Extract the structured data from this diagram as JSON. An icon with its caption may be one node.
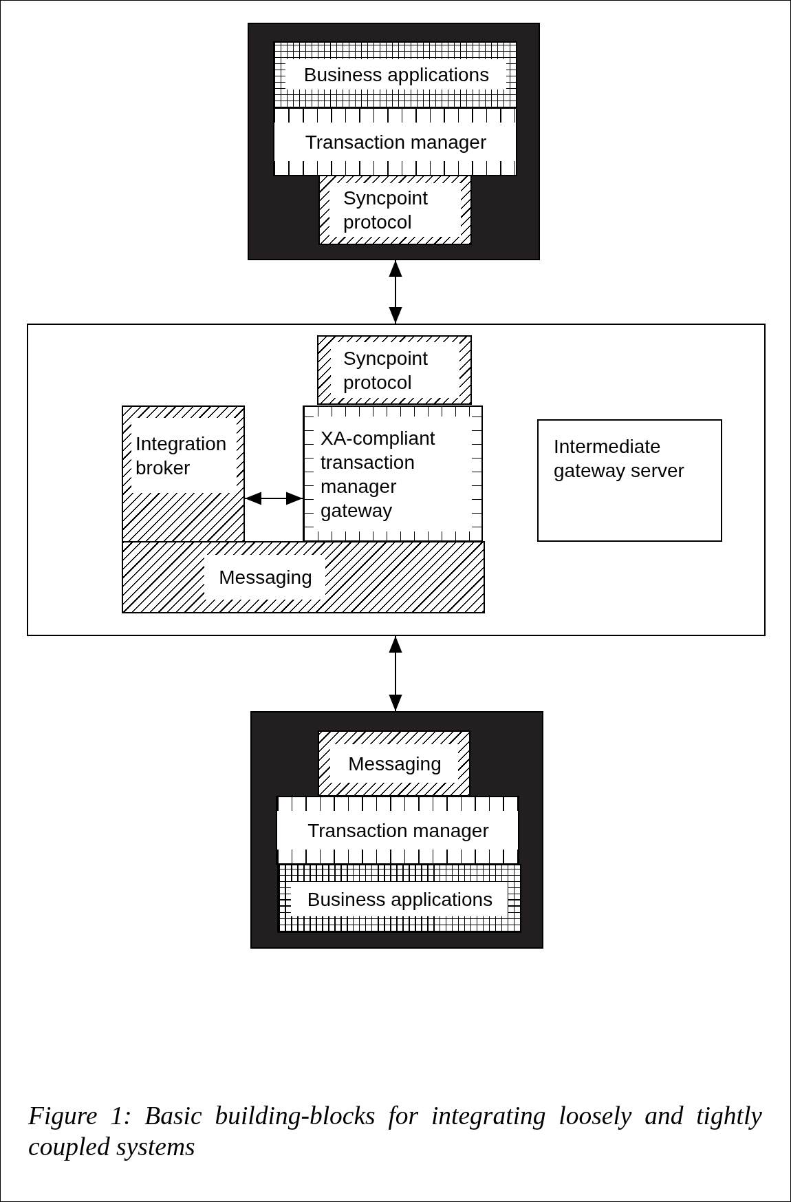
{
  "diagram": {
    "caption": "Figure 1: Basic building-blocks for integrating loosely and tightly coupled systems",
    "nodes": [
      {
        "text": [],
        "shape": "box"
      },
      {
        "text": [
          "Business applications"
        ],
        "in": 0
      },
      {
        "text": [
          "Transaction manager"
        ],
        "in": 0
      },
      {
        "text": [
          "Syncpoint protocol"
        ],
        "in": 0
      },
      {
        "text": [],
        "shape": "box"
      },
      {
        "text": [
          "Syncpoint protocol"
        ],
        "in": 4
      },
      {
        "text": [
          "Integration broker"
        ],
        "in": 4
      },
      {
        "text": [
          "XA-compliant transaction manager gateway"
        ],
        "in": 4
      },
      {
        "text": [
          "Intermediate gateway server"
        ],
        "in": 4
      },
      {
        "text": [
          "Messaging"
        ],
        "in": 4
      },
      {
        "text": [],
        "shape": "box"
      },
      {
        "text": [
          "Messaging"
        ],
        "in": 10
      },
      {
        "text": [
          "Transaction manager"
        ],
        "in": 10
      },
      {
        "text": [
          "Business applications"
        ],
        "in": 10
      }
    ],
    "edges": [
      {
        "from": 0,
        "to": 4,
        "arrow": "both"
      },
      {
        "from": 6,
        "to": 7,
        "arrow": "both"
      },
      {
        "from": 4,
        "to": 10,
        "arrow": "both"
      }
    ]
  }
}
